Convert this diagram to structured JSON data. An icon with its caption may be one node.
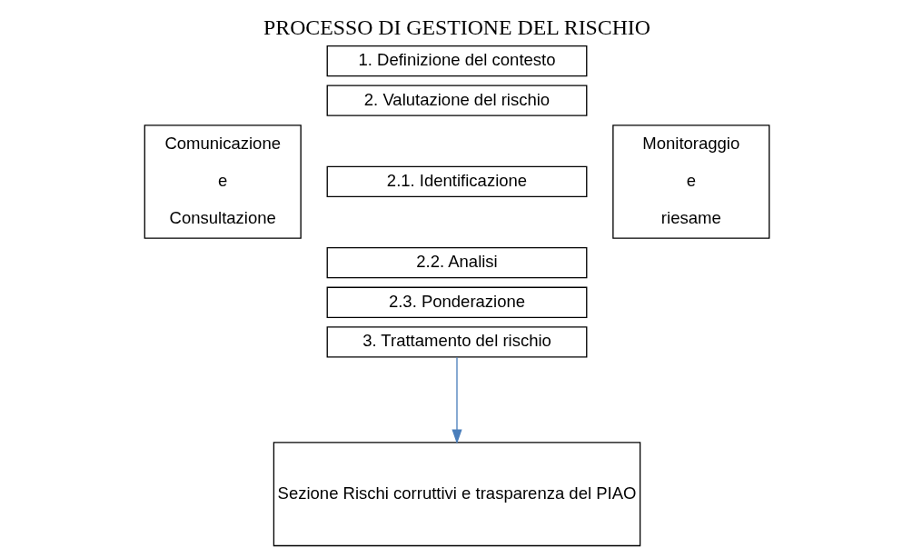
{
  "diagram": {
    "title": "PROCESSO DI GESTIONE DEL RISCHIO",
    "nodes": [
      {
        "text": [
          "Comunicazione e Consultazione"
        ]
      },
      {
        "text": [
          "1. Definizione del contesto"
        ]
      },
      {
        "text": [
          "2. Valutazione del rischio"
        ]
      },
      {
        "text": [
          "2.1. Identificazione"
        ]
      },
      {
        "text": [
          "2.2. Analisi"
        ]
      },
      {
        "text": [
          "2.3. Ponderazione"
        ]
      },
      {
        "text": [
          "3. Trattamento del rischio"
        ]
      },
      {
        "text": [
          "Monitoraggio e riesame"
        ]
      },
      {
        "text": [
          "Sezione Rischi corruttivi e trasparenza del PIAO"
        ]
      }
    ],
    "edges": [
      {
        "from": 6,
        "to": 8,
        "arrow": "to",
        "color": "#4a7ebb"
      }
    ]
  }
}
